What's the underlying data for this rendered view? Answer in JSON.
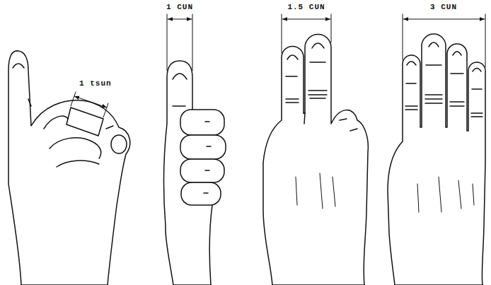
{
  "diagram": {
    "labels": [
      "1 tsun",
      "1 CUN",
      "1.5 CUN",
      "3 CUN"
    ]
  }
}
